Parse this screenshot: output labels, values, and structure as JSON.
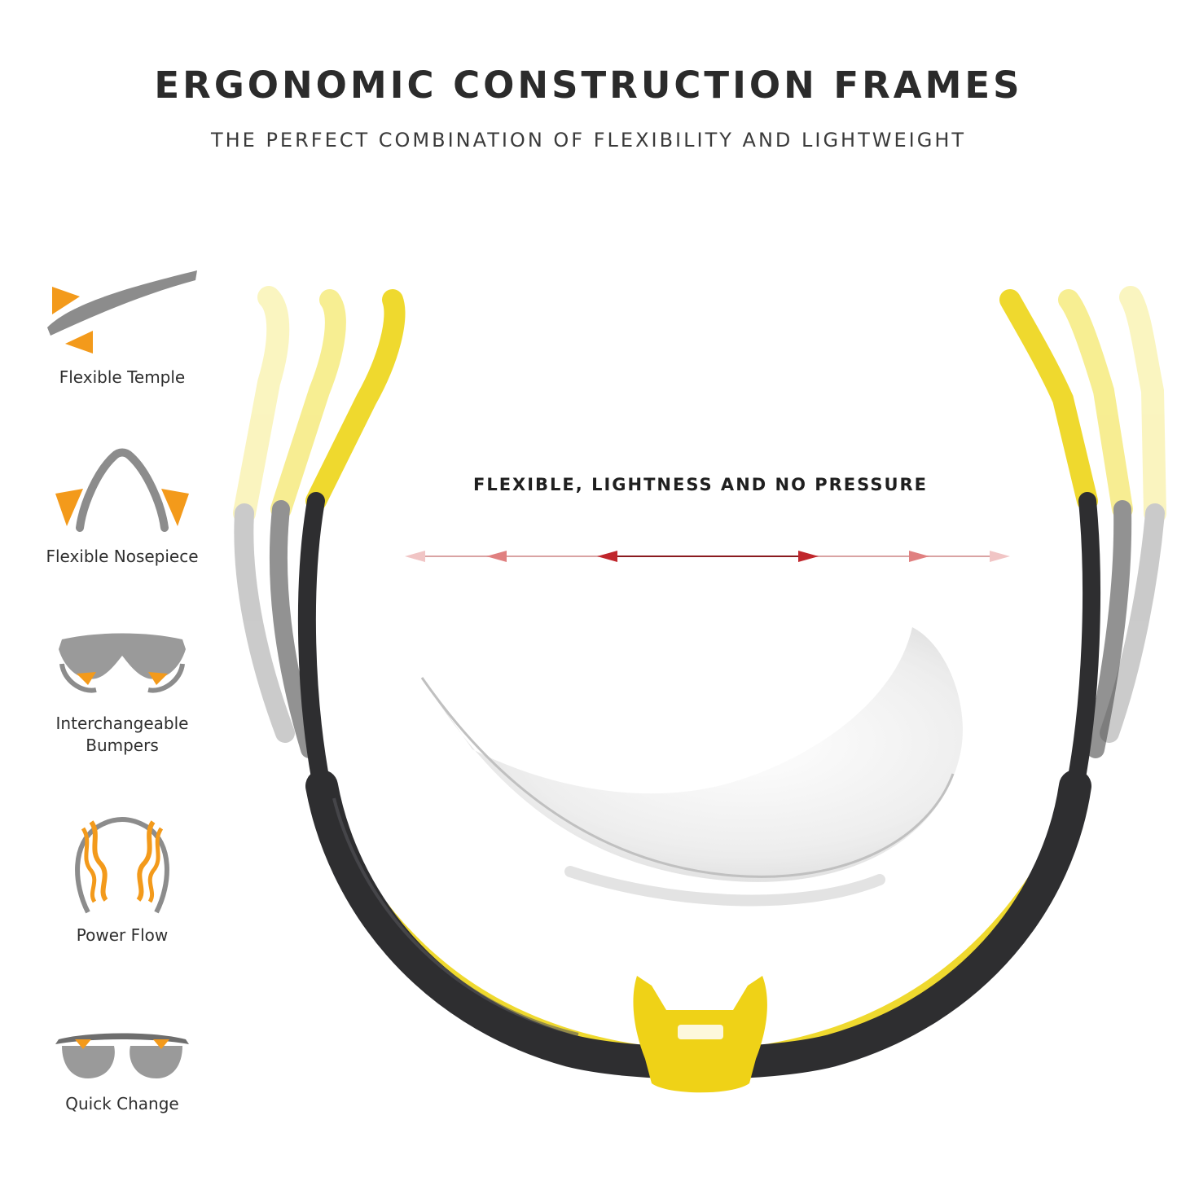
{
  "header": {
    "title": "ERGONOMIC CONSTRUCTION FRAMES",
    "subtitle": "THE PERFECT COMBINATION OF FLEXIBILITY AND LIGHTWEIGHT"
  },
  "features": [
    {
      "label": "Flexible Temple",
      "icon": "flexible-temple-icon"
    },
    {
      "label": "Flexible Nosepiece",
      "icon": "nosepiece-icon"
    },
    {
      "label": "Interchangeable\nBumpers",
      "icon": "bumpers-icon"
    },
    {
      "label": "Power Flow",
      "icon": "power-flow-icon"
    },
    {
      "label": "Quick Change",
      "icon": "quick-change-icon"
    }
  ],
  "illustration": {
    "caption": "FLEXIBLE, LIGHTNESS AND NO PRESSURE"
  },
  "colors": {
    "accent": "#f39a1b",
    "frame_yellow": "#f2e24a",
    "frame_dark": "#2e2e30",
    "arrow_red": "#c0262c",
    "icon_gray": "#8c8c8c"
  }
}
